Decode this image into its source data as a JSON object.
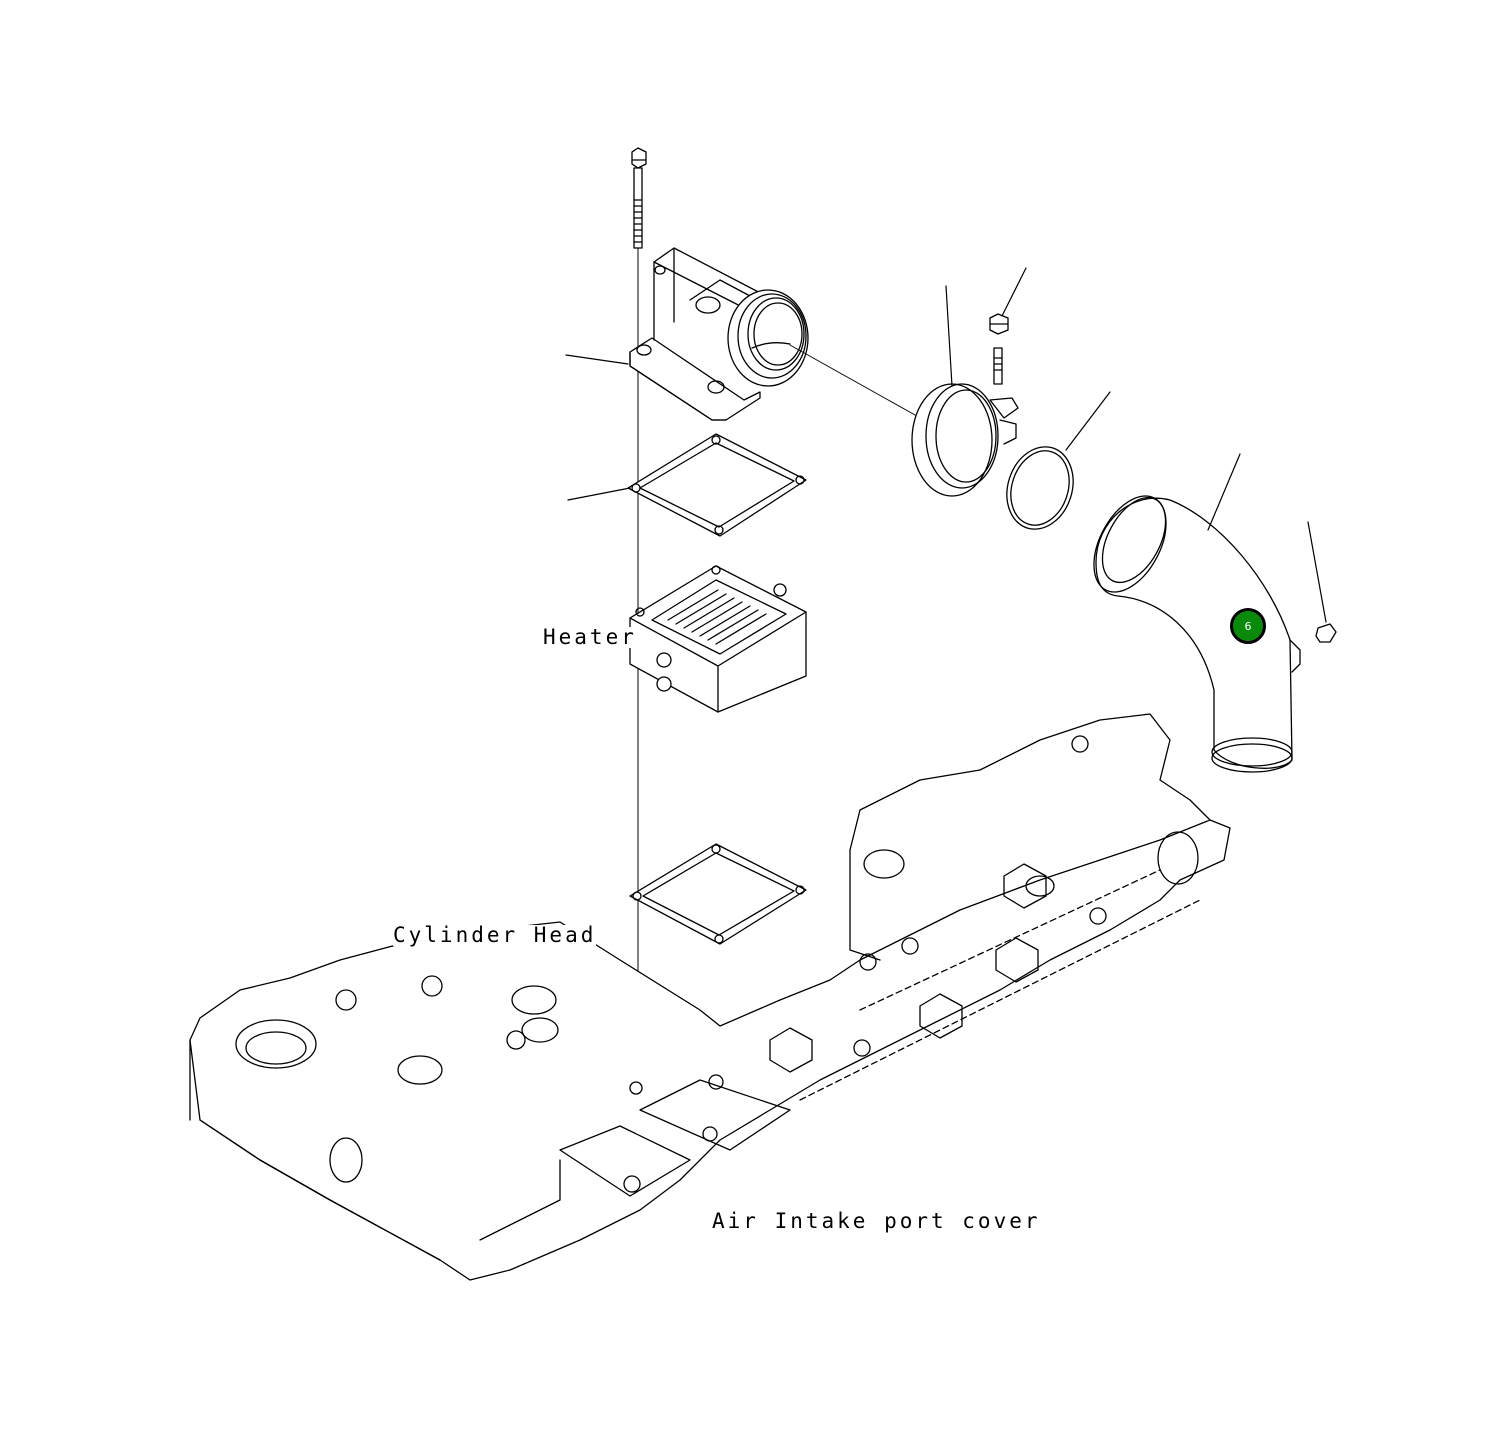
{
  "labels": {
    "heater": "Heater",
    "cylinder_head": "Cylinder Head",
    "air_intake_cover": "Air Intake port cover"
  },
  "callout": {
    "number": "6",
    "fill": "#0a8a0a",
    "text_color": "#ffffff"
  },
  "colors": {
    "line": "#000000",
    "background": "#ffffff"
  }
}
